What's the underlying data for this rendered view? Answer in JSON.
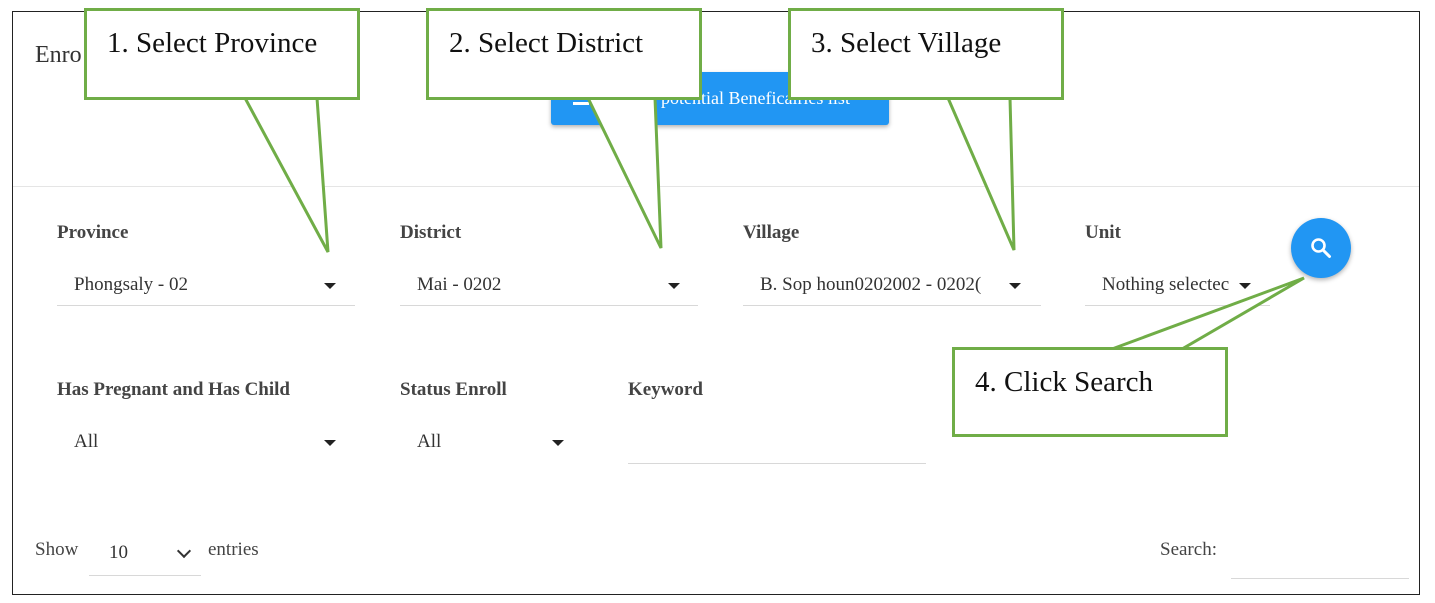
{
  "page": {
    "title": "Enro",
    "primary_button_label": "potential Beneficairies list"
  },
  "filters": {
    "province": {
      "label": "Province",
      "value": "Phongsaly - 02"
    },
    "district": {
      "label": "District",
      "value": "Mai - 0202"
    },
    "village": {
      "label": "Village",
      "value": "B. Sop houn0202002 - 0202("
    },
    "unit": {
      "label": "Unit",
      "value": "Nothing selectec"
    },
    "pregnant_child": {
      "label": "Has Pregnant and Has Child",
      "value": "All"
    },
    "status_enroll": {
      "label": "Status Enroll",
      "value": "All"
    },
    "keyword": {
      "label": "Keyword",
      "value": ""
    }
  },
  "search_button_icon": "search-icon",
  "table_controls": {
    "show_label": "Show",
    "length_value": "10",
    "entries_label": "entries",
    "search_label": "Search:"
  },
  "annotations": {
    "callout1": "1. Select Province",
    "callout2": "2. Select District",
    "callout3": "3. Select Village",
    "callout4": "4. Click Search"
  },
  "colors": {
    "primary": "#2196f3",
    "callout_border": "#70ad47"
  }
}
